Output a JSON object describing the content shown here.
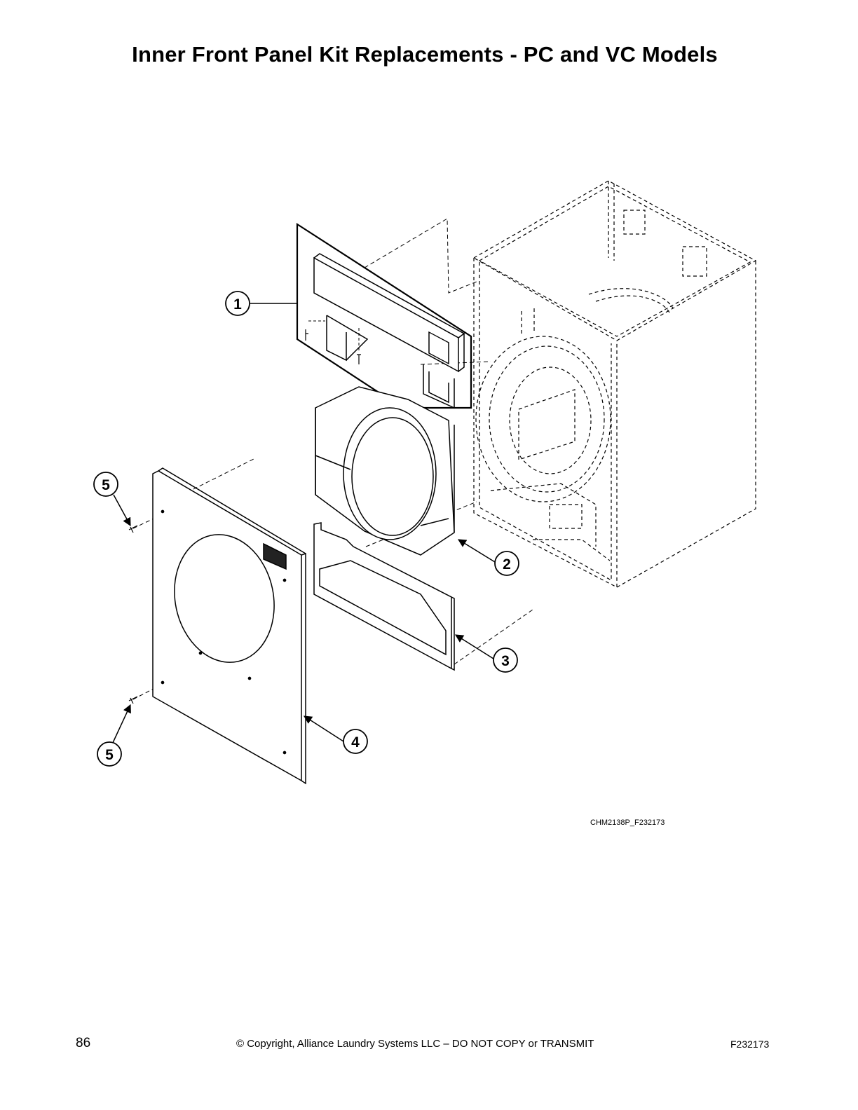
{
  "page": {
    "title": "Inner Front Panel Kit Replacements - PC and VC Models",
    "figure_id": "CHM2138P_F232173",
    "page_number": "86",
    "copyright": "© Copyright, Alliance Laundry Systems LLC – DO NOT COPY or TRANSMIT",
    "doc_code": "F232173"
  },
  "callouts": [
    "1",
    "2",
    "3",
    "4",
    "5",
    "5"
  ]
}
